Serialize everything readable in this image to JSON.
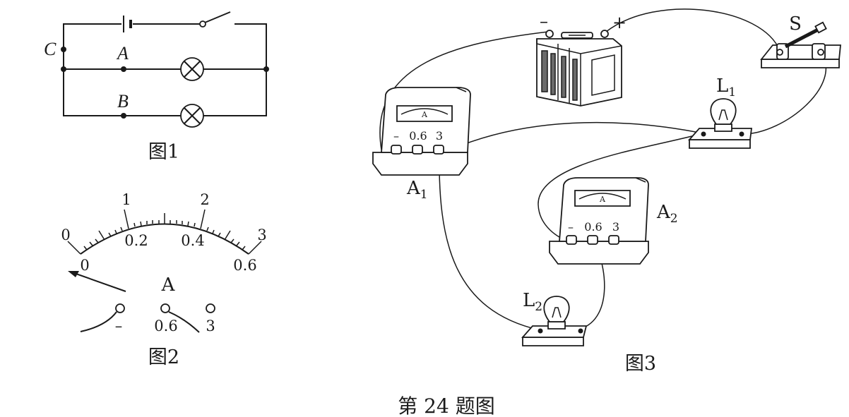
{
  "fig1": {
    "caption": "图1",
    "points": {
      "a": "A",
      "b": "B",
      "c": "C"
    }
  },
  "fig2": {
    "caption": "图2",
    "meter_symbol": "A",
    "scale_top": [
      "0",
      "1",
      "2",
      "3"
    ],
    "scale_bottom": [
      "0",
      "0.2",
      "0.4",
      "0.6"
    ],
    "terminals": [
      "–",
      "0.6",
      "3"
    ]
  },
  "fig3": {
    "caption": "图3",
    "battery_minus": "–",
    "battery_plus": "+",
    "switch_label": "S",
    "ammeter1": {
      "label": "A",
      "sub": "1",
      "dial": "A",
      "terminals": [
        "–",
        "0.6",
        "3"
      ]
    },
    "ammeter2": {
      "label": "A",
      "sub": "2",
      "dial": "A",
      "terminals": [
        "–",
        "0.6",
        "3"
      ]
    },
    "lamp1": {
      "label": "L",
      "sub": "1"
    },
    "lamp2": {
      "label": "L",
      "sub": "2"
    }
  },
  "caption": "第 24 题图"
}
